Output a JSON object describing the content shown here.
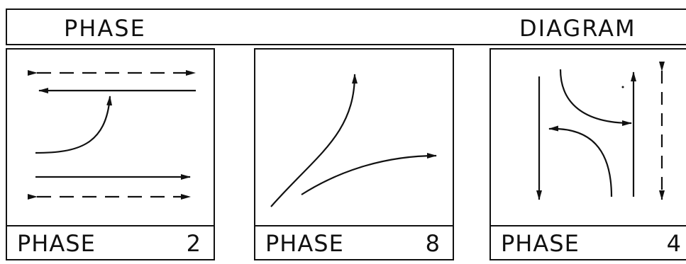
{
  "header": {
    "left_label": "PHASE",
    "right_label": "DIAGRAM"
  },
  "panels": [
    {
      "label": "PHASE",
      "number": "2"
    },
    {
      "label": "PHASE",
      "number": "8"
    },
    {
      "label": "PHASE",
      "number": "4"
    }
  ],
  "colors": {
    "ink": "#111111",
    "background": "#ffffff"
  }
}
